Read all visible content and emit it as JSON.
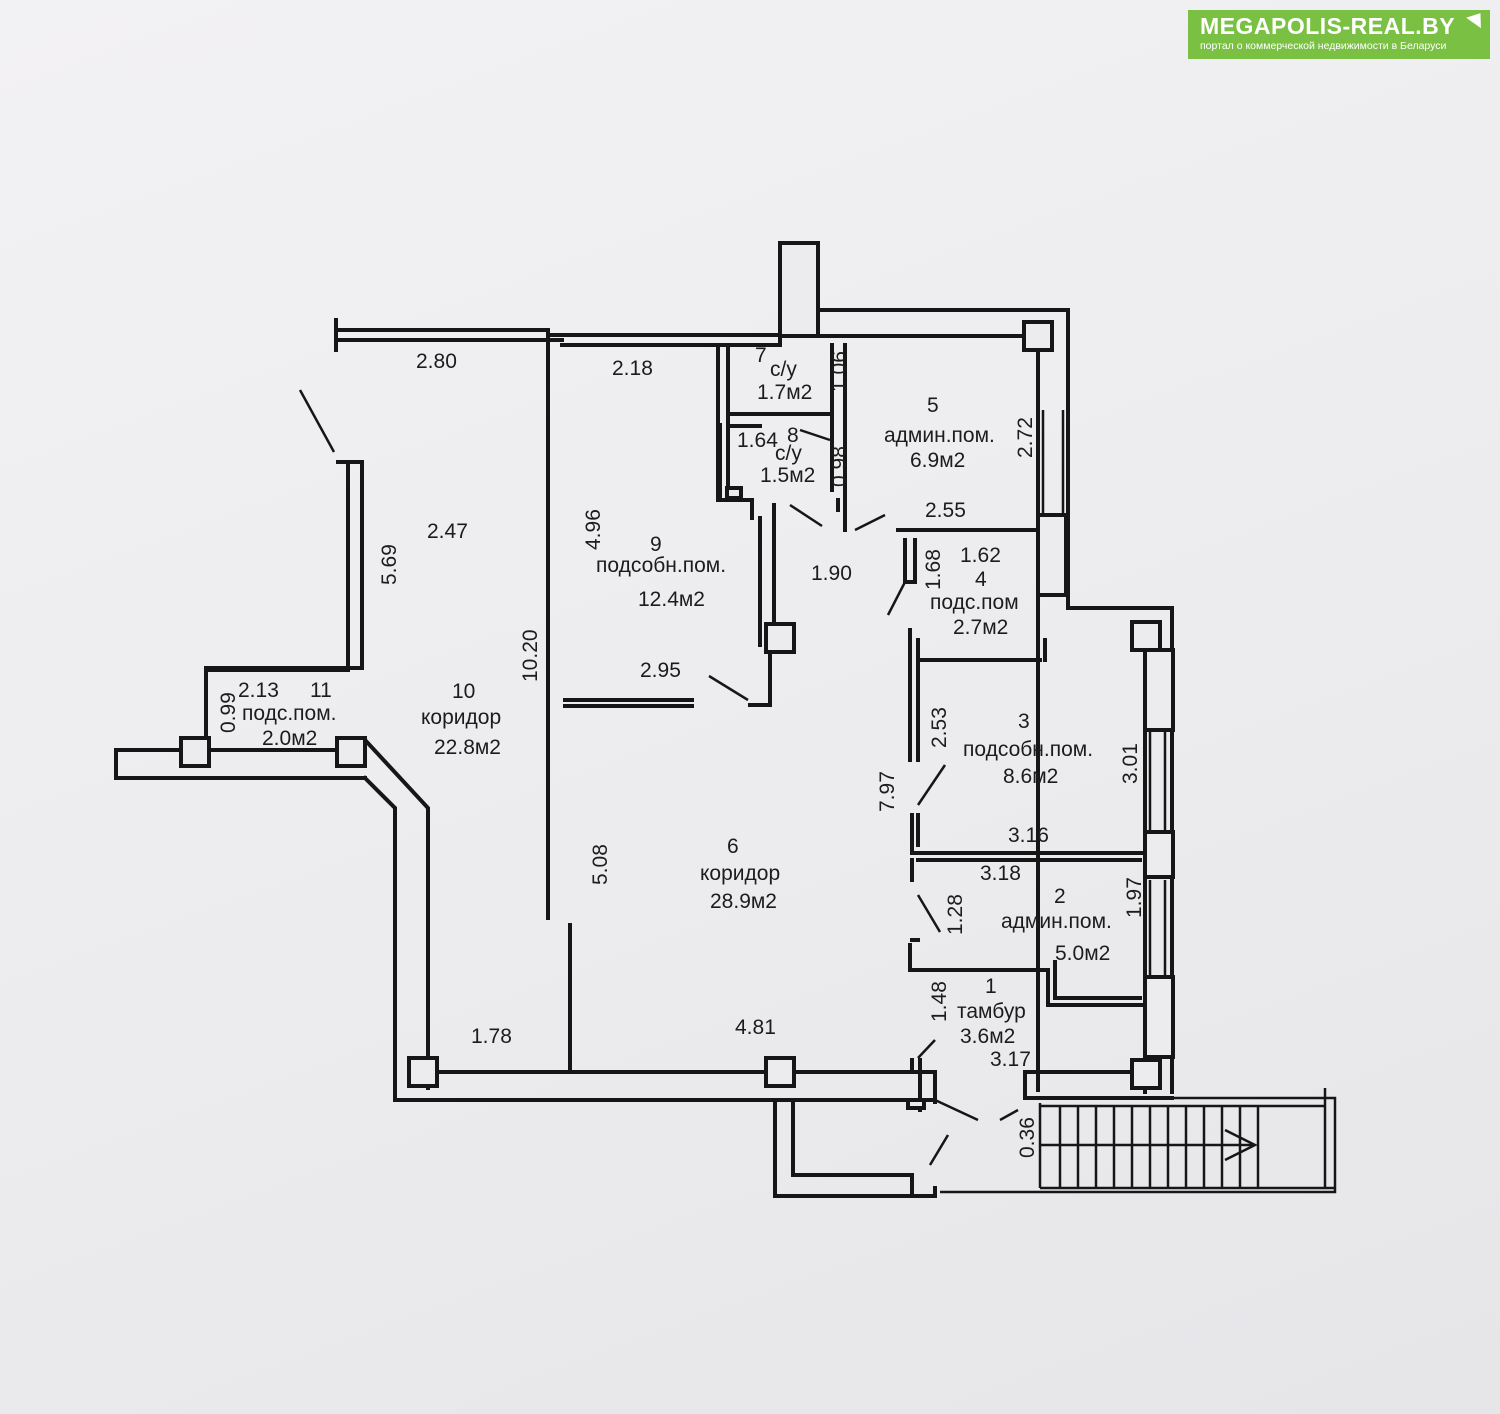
{
  "logo": {
    "brand": "MEGAPOLIS-REAL.BY",
    "subtitle": "портал о коммерческой недвижимости в Беларуси",
    "color": "#7ac143"
  },
  "rooms": [
    {
      "id": "r1",
      "number": "1",
      "name": "тамбур",
      "area": "3.6м2"
    },
    {
      "id": "r2",
      "number": "2",
      "name": "админ.пом.",
      "area": "5.0м2"
    },
    {
      "id": "r3",
      "number": "3",
      "name": "подсобн.пом.",
      "area": "8.6м2"
    },
    {
      "id": "r4",
      "number": "4",
      "name": "подс.пом",
      "area": "2.7м2"
    },
    {
      "id": "r5",
      "number": "5",
      "name": "админ.пом.",
      "area": "6.9м2"
    },
    {
      "id": "r6",
      "number": "6",
      "name": "коридор",
      "area": "28.9м2"
    },
    {
      "id": "r7",
      "number": "7",
      "name": "с/у",
      "area": "1.7м2"
    },
    {
      "id": "r8",
      "number": "8",
      "name": "с/у",
      "area": "1.5м2"
    },
    {
      "id": "r9",
      "number": "9",
      "name": "подсобн.пом.",
      "area": "12.4м2"
    },
    {
      "id": "r10",
      "number": "10",
      "name": "коридор",
      "area": "22.8м2"
    },
    {
      "id": "r11",
      "number": "11",
      "name": "подс.пом.",
      "area": "2.0м2"
    }
  ],
  "dimensions": {
    "d_2_80": "2.80",
    "d_2_18": "2.18",
    "d_1_06": "1.06",
    "d_2_72": "2.72",
    "d_1_64": "1.64",
    "d_0_98": "0.98",
    "d_2_47": "2.47",
    "d_5_69": "5.69",
    "d_4_96": "4.96",
    "d_2_55": "2.55",
    "d_1_90": "1.90",
    "d_1_68": "1.68",
    "d_1_62": "1.62",
    "d_10_20": "10.20",
    "d_2_95": "2.95",
    "d_2_13": "2.13",
    "d_0_99": "0.99",
    "d_2_53": "2.53",
    "d_3_01": "3.01",
    "d_7_97": "7.97",
    "d_3_16": "3.16",
    "d_5_08": "5.08",
    "d_3_18": "3.18",
    "d_1_97": "1.97",
    "d_1_28": "1.28",
    "d_1_48": "1.48",
    "d_1_78": "1.78",
    "d_4_81": "4.81",
    "d_3_17": "3.17",
    "d_0_36": "0.36"
  }
}
